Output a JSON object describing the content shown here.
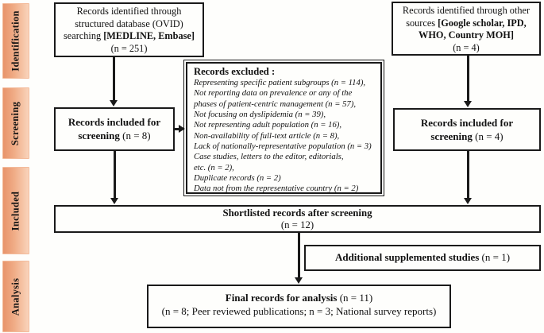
{
  "sidebar": {
    "stages": [
      "Identification",
      "Screening",
      "Included",
      "Analysis"
    ]
  },
  "boxes": {
    "identified_database": {
      "line1": "Records identified through",
      "line2": "structured database (OVID)",
      "line3_prefix": "searching ",
      "line3_bold": "[MEDLINE, Embase]",
      "line4": "(n = 251)"
    },
    "identified_other": {
      "line1": "Records identified through other",
      "line2_prefix": "sources ",
      "line2_bold": "[Google scholar, IPD,",
      "line3_bold": "WHO, Country MOH]",
      "line4": "(n = 4)"
    },
    "screening_database": {
      "line1_bold": "Records included for",
      "line2_bold": "screening ",
      "line2_count": "(n = 8)"
    },
    "screening_other": {
      "line1_bold": "Records included for",
      "line2_bold": "screening ",
      "line2_count": "(n = 4)"
    },
    "excluded": {
      "title": "Records excluded :",
      "reasons": [
        "Representing specific patient subgroups (n = 114),",
        "Not reporting data on prevalence or any of the",
        "phases of patient-centric management (n = 57),",
        "Not focusing on dyslipidemia (n = 39),",
        "Not representing adult population (n = 16),",
        "Non-availability of full-text article (n = 8),",
        "Lack of nationally-representative population (n = 3)",
        "Case studies, letters to the editor, editorials,",
        "etc. (n = 2),",
        "Duplicate records (n = 2)",
        "Data not from the representative country (n = 2)"
      ]
    },
    "shortlisted": {
      "title_bold": "Shortlisted records after screening",
      "count": "(n = 12)"
    },
    "additional": {
      "title_bold": "Additional supplemented studies",
      "count": " (n = 1)"
    },
    "final": {
      "title_bold": "Final records for analysis",
      "count": " (n = 11)",
      "subtitle": "(n = 8; Peer reviewed publications; n = 3; National survey reports)"
    }
  },
  "colors": {
    "stage_fill_start": "#e8946b",
    "stage_fill_end": "#f9d4bb",
    "box_border": "#1a1a1a",
    "background": "#fefefc"
  }
}
